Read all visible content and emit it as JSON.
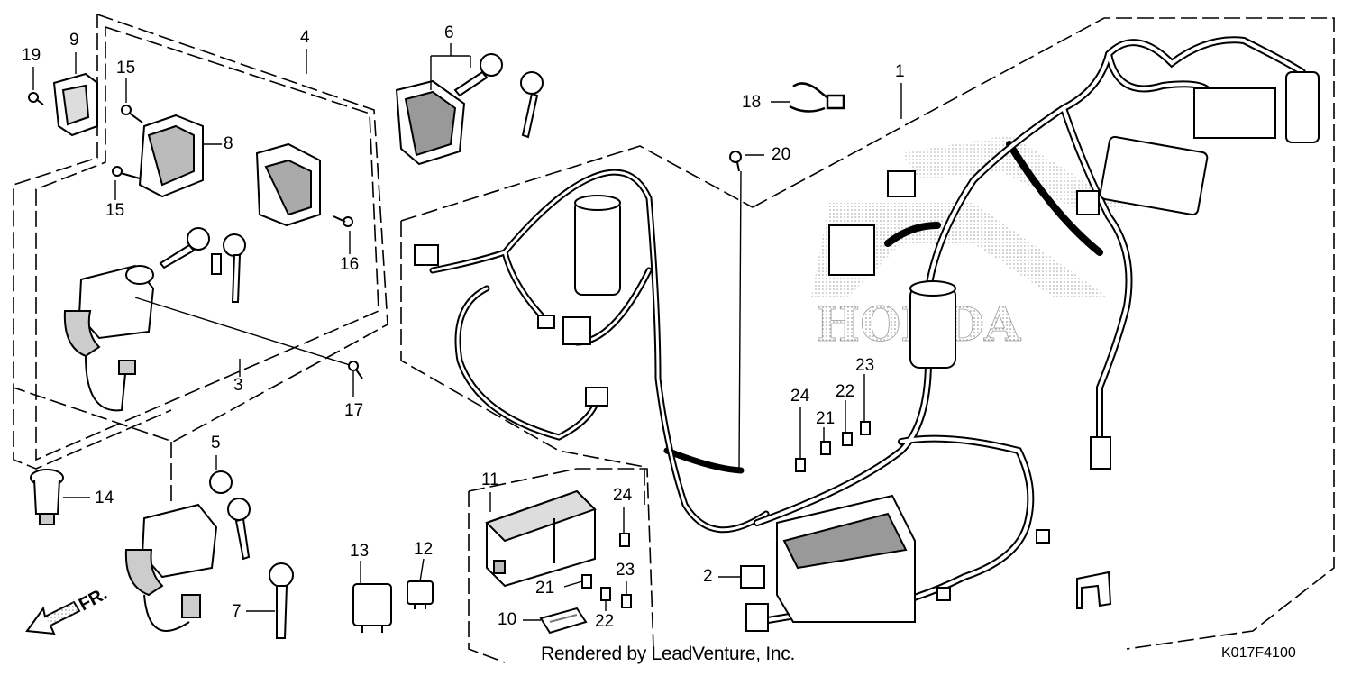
{
  "diagram": {
    "figure_code": "K017F4100",
    "credit": "Rendered by LeadVenture, Inc.",
    "watermark": "HONDA",
    "direction_label": "FR.",
    "callouts": [
      {
        "id": "c1",
        "text": "1"
      },
      {
        "id": "c2",
        "text": "2"
      },
      {
        "id": "c3",
        "text": "3"
      },
      {
        "id": "c4",
        "text": "4"
      },
      {
        "id": "c5",
        "text": "5"
      },
      {
        "id": "c6",
        "text": "6"
      },
      {
        "id": "c7",
        "text": "7"
      },
      {
        "id": "c8",
        "text": "8"
      },
      {
        "id": "c9",
        "text": "9"
      },
      {
        "id": "c10",
        "text": "10"
      },
      {
        "id": "c11",
        "text": "11"
      },
      {
        "id": "c12",
        "text": "12"
      },
      {
        "id": "c13",
        "text": "13"
      },
      {
        "id": "c14",
        "text": "14"
      },
      {
        "id": "c15a",
        "text": "15"
      },
      {
        "id": "c15b",
        "text": "15"
      },
      {
        "id": "c16",
        "text": "16"
      },
      {
        "id": "c17",
        "text": "17"
      },
      {
        "id": "c18",
        "text": "18"
      },
      {
        "id": "c19",
        "text": "19"
      },
      {
        "id": "c20",
        "text": "20"
      },
      {
        "id": "c21a",
        "text": "21"
      },
      {
        "id": "c21b",
        "text": "21"
      },
      {
        "id": "c22a",
        "text": "22"
      },
      {
        "id": "c22b",
        "text": "22"
      },
      {
        "id": "c23a",
        "text": "23"
      },
      {
        "id": "c23b",
        "text": "23"
      },
      {
        "id": "c24a",
        "text": "24"
      },
      {
        "id": "c24b",
        "text": "24"
      }
    ]
  }
}
